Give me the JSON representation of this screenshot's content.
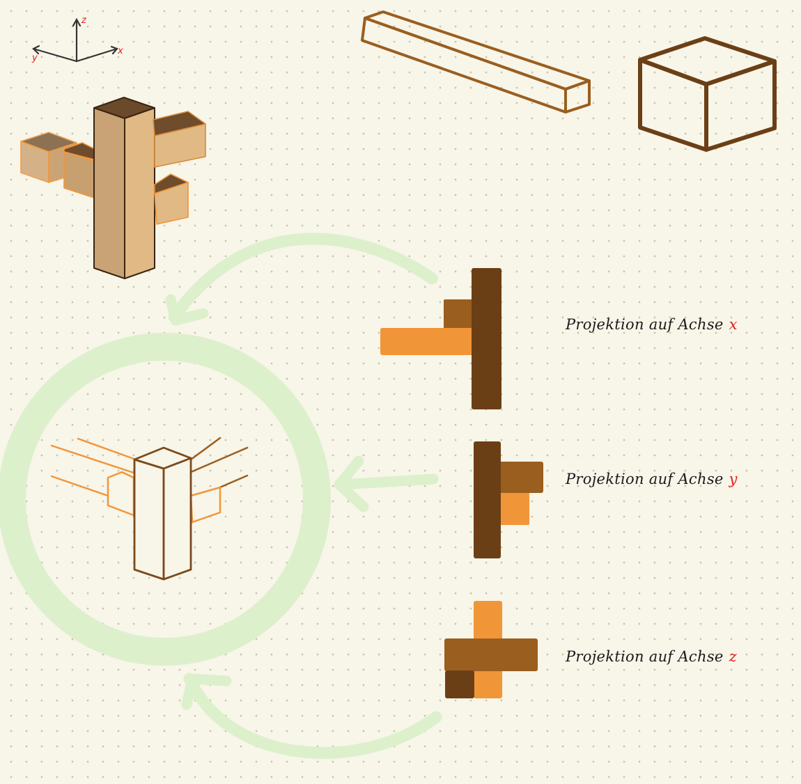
{
  "axis_gizmo": {
    "x": "x",
    "y": "y",
    "z": "z"
  },
  "projections": [
    {
      "label": "Projektion auf Achse",
      "axis": "x"
    },
    {
      "label": "Projektion auf Achse",
      "axis": "y"
    },
    {
      "label": "Projektion auf Achse",
      "axis": "z"
    }
  ],
  "colors": {
    "dark_brown": "#6b3f15",
    "mid_brown": "#9a5e1f",
    "orange": "#f19638",
    "wood_light": "#e0b985",
    "wood_dark": "#c9a275",
    "outline": "#7a4a1c",
    "arrow_green": "#dcf0cc",
    "axis_red": "#e0201a"
  }
}
